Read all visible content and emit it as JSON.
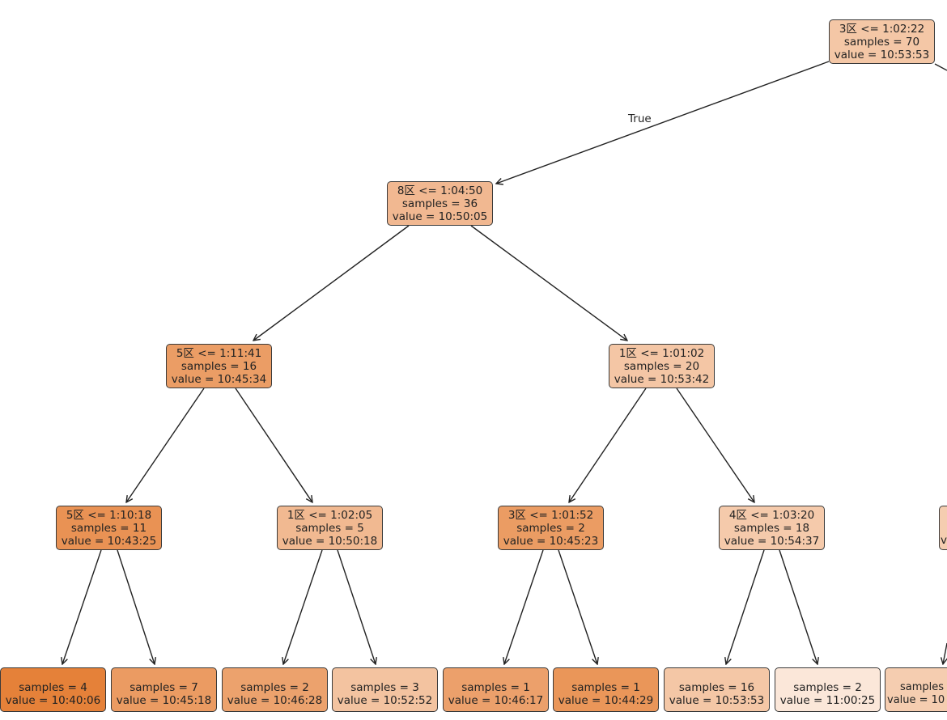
{
  "edge_label_true": "True",
  "nodes": {
    "root": {
      "condition": "3区 <= 1:02:22",
      "samples": "samples = 70",
      "value": "value = 10:53:53",
      "color": "#f4c7a6"
    },
    "n1": {
      "condition": "8区 <= 1:04:50",
      "samples": "samples = 36",
      "value": "value = 10:50:05",
      "color": "#f1b891"
    },
    "n2": {
      "condition": "5区 <= 1:11:41",
      "samples": "samples = 16",
      "value": "value = 10:45:34",
      "color": "#eb9d65"
    },
    "n3": {
      "condition": "1区 <= 1:01:02",
      "samples": "samples = 20",
      "value": "value = 10:53:42",
      "color": "#f4c6a5"
    },
    "n4": {
      "condition": "5区 <= 1:10:18",
      "samples": "samples = 11",
      "value": "value = 10:43:25",
      "color": "#e99254"
    },
    "n5": {
      "condition": "1区 <= 1:02:05",
      "samples": "samples = 5",
      "value": "value = 10:50:18",
      "color": "#f1b991"
    },
    "n6": {
      "condition": "3区 <= 1:01:52",
      "samples": "samples = 2",
      "value": "value = 10:45:23",
      "color": "#eb9c63"
    },
    "n7": {
      "condition": "4区 <= 1:03:20",
      "samples": "samples = 18",
      "value": "value = 10:54:37",
      "color": "#f5caab"
    },
    "n8": {
      "value": "v",
      "color": "#f5cdb0"
    },
    "leaves": [
      {
        "samples": "samples = 4",
        "value": "value = 10:40:06",
        "color": "#e58139"
      },
      {
        "samples": "samples = 7",
        "value": "value = 10:45:18",
        "color": "#eb9b62"
      },
      {
        "samples": "samples = 2",
        "value": "value = 10:46:28",
        "color": "#eca26d"
      },
      {
        "samples": "samples = 3",
        "value": "value = 10:52:52",
        "color": "#f3c3a0"
      },
      {
        "samples": "samples = 1",
        "value": "value = 10:46:17",
        "color": "#eca06b"
      },
      {
        "samples": "samples = 1",
        "value": "value = 10:44:29",
        "color": "#ea9659"
      },
      {
        "samples": "samples = 16",
        "value": "value = 10:53:53",
        "color": "#f4c7a6"
      },
      {
        "samples": "samples = 2",
        "value": "value = 11:00:25",
        "color": "#fbe7d9"
      },
      {
        "samples": "samples",
        "value": "value = 10",
        "color": "#f5cdb0"
      }
    ]
  }
}
